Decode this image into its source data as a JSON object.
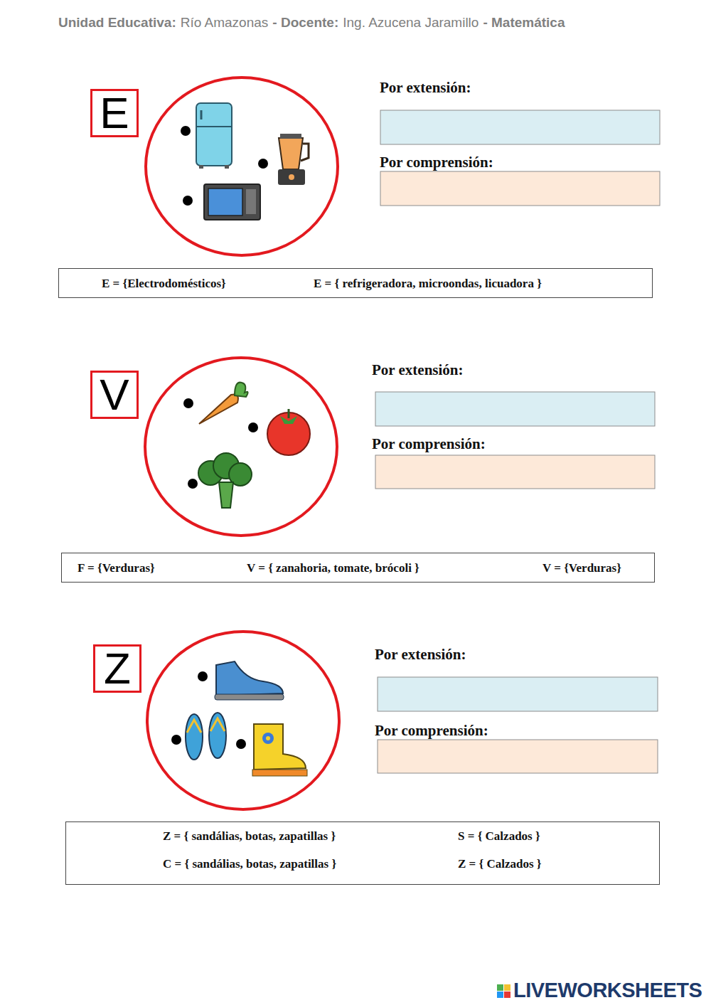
{
  "diagram": {
    "nodes": [
      {
        "text": [
          "E"
        ]
      },
      {
        "text": [
          "E = {Electrodomésticos}",
          "E = { refrigeradora, microondas, licuadora }"
        ]
      },
      {
        "text": [
          "V"
        ]
      },
      {
        "text": [
          "F = {Verduras}",
          "V = { zanahoria, tomate, brócoli }",
          "V = {Verduras}"
        ]
      },
      {
        "text": [
          "Z"
        ]
      },
      {
        "text": [
          "Z = { sandálias, botas, zapatillas }",
          "S = { Calzados }",
          "C = { sandálias, botas, zapatillas }",
          "Z = { Calzados }"
        ]
      }
    ],
    "labels": [
      "Unidad Educativa:",
      "Río Amazonas",
      "- Docente:",
      "Ing. Azucena Jaramillo",
      "- Matemática",
      "Por extensión:",
      "Por comprensión:",
      "Por extensión:",
      "Por comprensión:",
      "Por extensión:",
      "Por comprensión:",
      "LIVEWORKSHEETS"
    ]
  }
}
